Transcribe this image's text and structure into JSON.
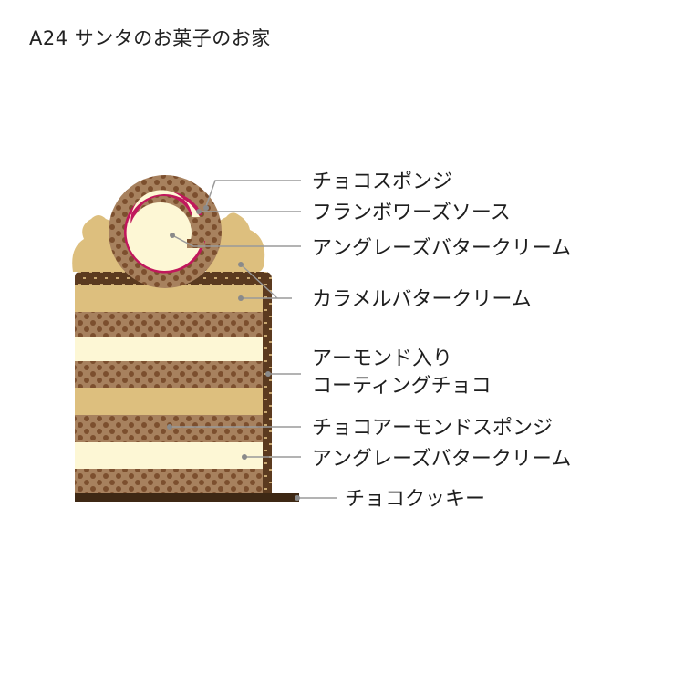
{
  "title": "A24 サンタのお菓子のお家",
  "labels": {
    "choco_sponge": "チョコスポンジ",
    "framboise_sauce": "フランボワーズソース",
    "anglaise_butter_cream_top": "アングレーズバタークリーム",
    "caramel_butter_cream": "カラメルバタークリーム",
    "almond_coating_line1": "アーモンド入り",
    "almond_coating_line2": "コーティングチョコ",
    "choco_almond_sponge": "チョコアーモンドスポンジ",
    "anglaise_butter_cream_bottom": "アングレーズバタークリーム",
    "choco_cookie": "チョコクッキー"
  },
  "colors": {
    "sponge": "#a7815e",
    "sponge_dots": "#7c4f2e",
    "cream": "#fdf7d5",
    "caramel": "#ddbf7e",
    "coating": "#5b3a1f",
    "cookie": "#3e2814",
    "framboise": "#c0185c",
    "leader_line": "#9a9a9a"
  }
}
